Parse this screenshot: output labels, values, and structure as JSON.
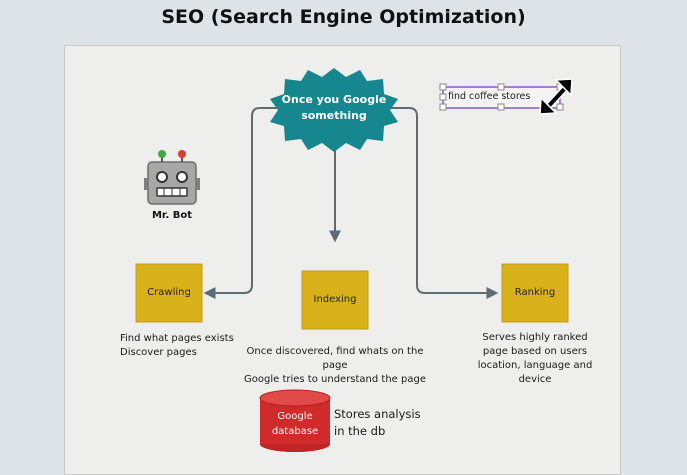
{
  "title": "SEO (Search Engine Optimization)",
  "starburst": {
    "text": "Once you Google something",
    "color": "#16868f"
  },
  "search_box": {
    "text": "find coffee stores"
  },
  "bot": {
    "label": "Mr. Bot"
  },
  "nodes": {
    "crawling": {
      "label": "Crawling",
      "caption_lines": [
        "Find what pages exists",
        "Discover pages"
      ]
    },
    "indexing": {
      "label": "Indexing",
      "caption_lines": [
        "Once discovered, find whats on the page",
        "Google tries to understand the page"
      ]
    },
    "ranking": {
      "label": "Ranking",
      "caption_lines": [
        "Serves highly ranked",
        "page based on users",
        "location, language and",
        "device"
      ]
    }
  },
  "database": {
    "label_lines": [
      "Google",
      "database"
    ],
    "caption_lines": [
      "Stores analysis",
      "in the db"
    ],
    "color": "#d02a2a"
  },
  "colors": {
    "box": "#d9b11a",
    "arrow": "#5d6b74",
    "canvas": "#eeeeec"
  }
}
